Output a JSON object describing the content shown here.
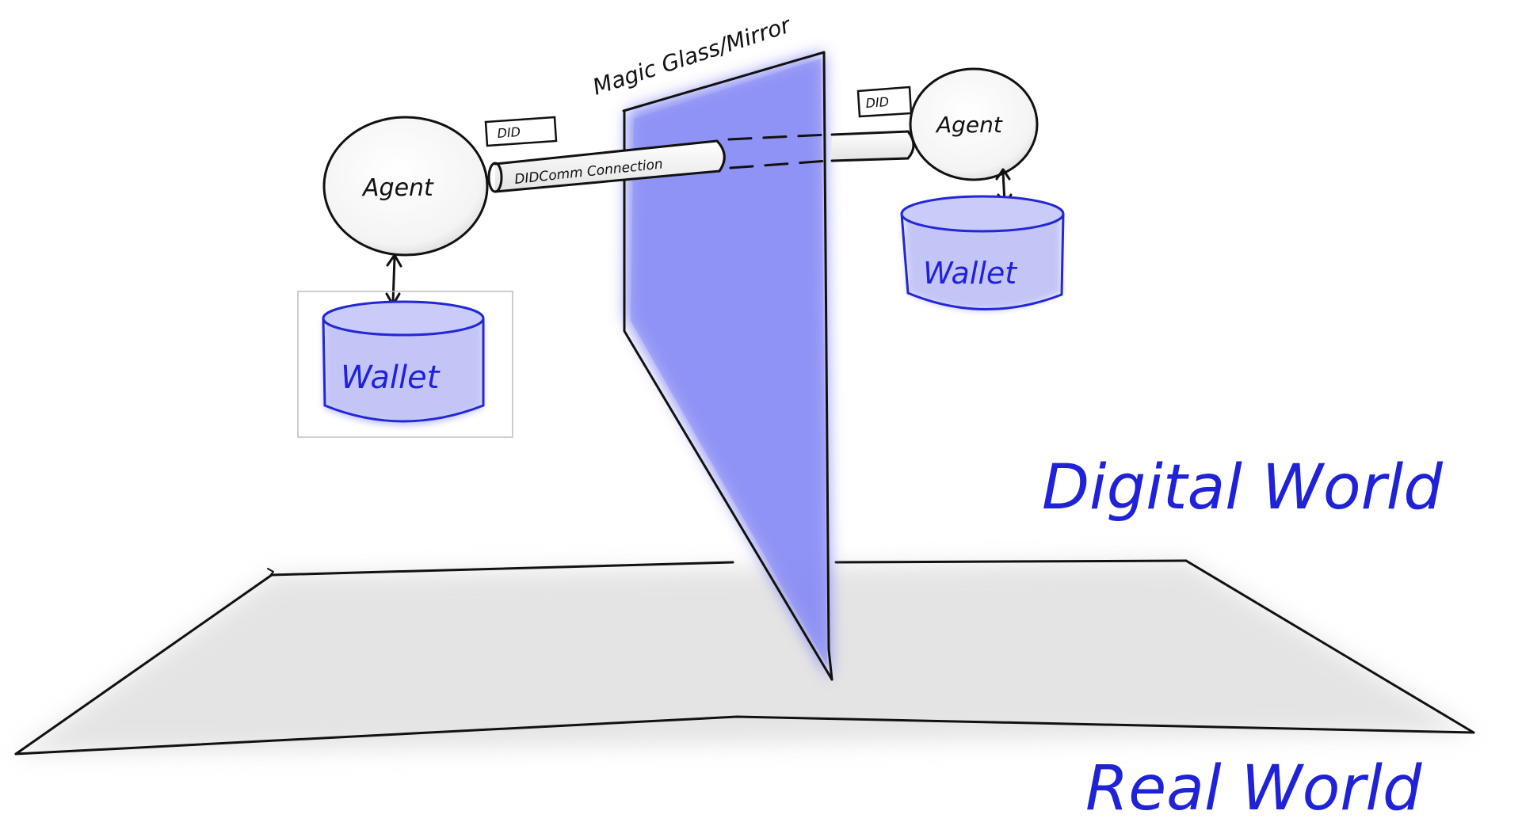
{
  "diagram": {
    "glass_label": "Magic Glass/Mirror",
    "connection_label": "DIDComm Connection",
    "left": {
      "agent_label": "Agent",
      "wallet_label": "Wallet",
      "did_label": "DID"
    },
    "right": {
      "agent_label": "Agent",
      "wallet_label": "Wallet",
      "did_label": "DID"
    },
    "digital_world_label": "Digital World",
    "real_world_label": "Real World"
  },
  "colors": {
    "ink": "#111111",
    "accent_blue": "#1f22d6",
    "glass_blue": "#7c80f2",
    "wallet_fill": "#b9bcf6",
    "ground_gray": "#cfcfcf"
  }
}
